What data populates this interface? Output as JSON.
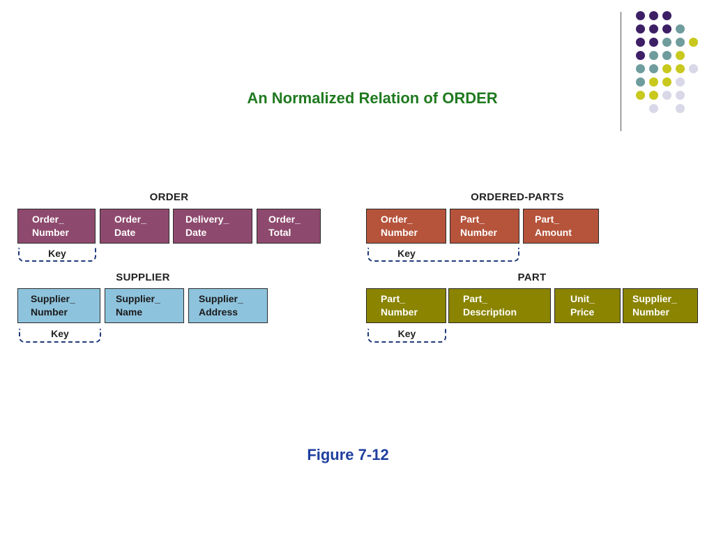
{
  "slide": {
    "title": "An Normalized Relation of ORDER",
    "caption": "Figure 7-12"
  },
  "relations": {
    "order": {
      "name": "ORDER",
      "color": "#8e4a6e",
      "attributes": [
        {
          "line1": "Order_",
          "line2": "Number"
        },
        {
          "line1": "Order_",
          "line2": "Date"
        },
        {
          "line1": "Delivery_",
          "line2": "Date"
        },
        {
          "line1": "Order_",
          "line2": "Total"
        }
      ],
      "key_label": "Key"
    },
    "ordered_parts": {
      "name": "ORDERED-PARTS",
      "color": "#b5533b",
      "attributes": [
        {
          "line1": "Order_",
          "line2": "Number"
        },
        {
          "line1": "Part_",
          "line2": "Number"
        },
        {
          "line1": "Part_",
          "line2": "Amount"
        }
      ],
      "key_label": "Key"
    },
    "supplier": {
      "name": "SUPPLIER",
      "color": "#8ec3dd",
      "attributes": [
        {
          "line1": "Supplier_",
          "line2": "Number"
        },
        {
          "line1": "Supplier_",
          "line2": "Name"
        },
        {
          "line1": "Supplier_",
          "line2": "Address"
        }
      ],
      "key_label": "Key"
    },
    "part": {
      "name": "PART",
      "color": "#8a8400",
      "attributes": [
        {
          "line1": "Part_",
          "line2": "Number"
        },
        {
          "line1": "Part_",
          "line2": "Description"
        },
        {
          "line1": "Unit_",
          "line2": "Price"
        },
        {
          "line1": "Supplier_",
          "line2": "Number"
        }
      ],
      "key_label": "Key"
    }
  },
  "decoration": {
    "dot_colors": [
      "#3d1f66",
      "#6f9c9c",
      "#c8c81e",
      "#d8d8e8"
    ]
  }
}
